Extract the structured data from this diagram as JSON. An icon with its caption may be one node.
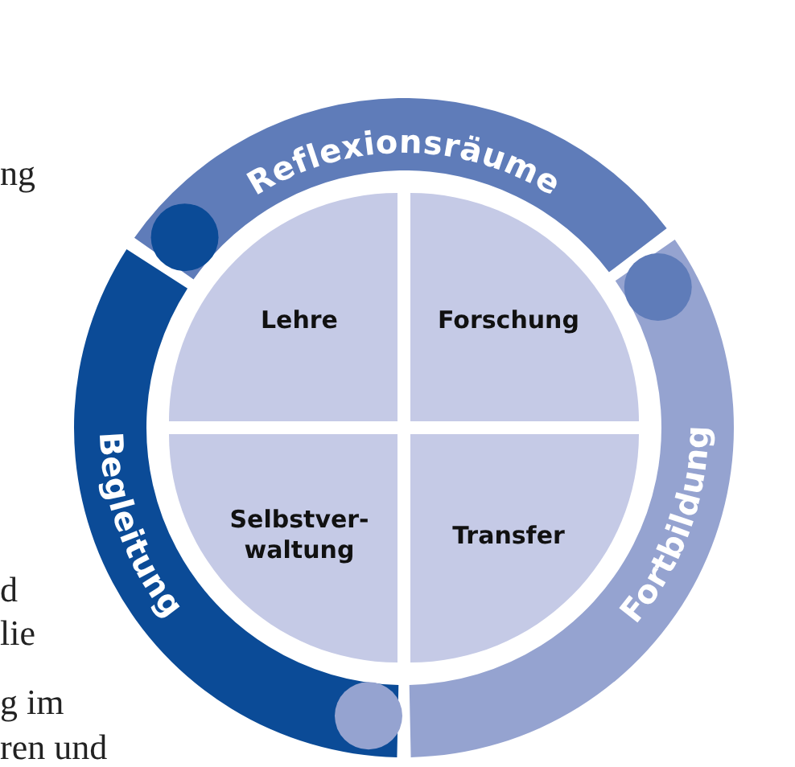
{
  "diagram": {
    "nodes": [
      {
        "text": [
          "Reflexionsräume"
        ]
      },
      {
        "text": [
          "Fortbildung"
        ]
      },
      {
        "text": [
          "Begleitung"
        ]
      },
      {
        "text": [
          "Lehre"
        ]
      },
      {
        "text": [
          "Forschung"
        ]
      },
      {
        "text": [
          "Selbstver- waltung"
        ]
      },
      {
        "text": [
          "Transfer"
        ]
      }
    ],
    "labels": [
      "ng",
      "d",
      "lie",
      "g im",
      "ren und"
    ]
  }
}
